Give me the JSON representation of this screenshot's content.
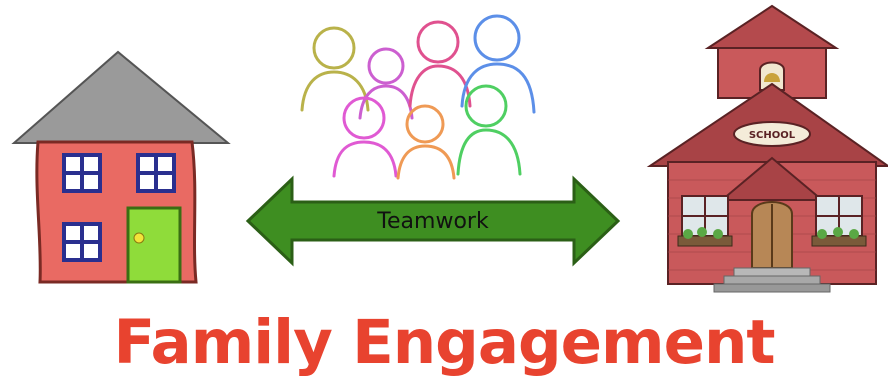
{
  "title": "Family Engagement",
  "arrow_label": "Teamwork",
  "school_sign": "SCHOOL",
  "colors": {
    "title": "#e8432f",
    "arrow_fill": "#3e8e21",
    "arrow_stroke": "#2b5f16",
    "house_wall": "#e96a63",
    "house_roof": "#9a9a9a",
    "house_door": "#8fdc3a",
    "window_frame": "#2a2f8f",
    "school_wall": "#c9595b",
    "school_door": "#b78756"
  },
  "icons": [
    "house-icon",
    "group-of-people-icon",
    "school-building-icon",
    "double-arrow-icon"
  ]
}
